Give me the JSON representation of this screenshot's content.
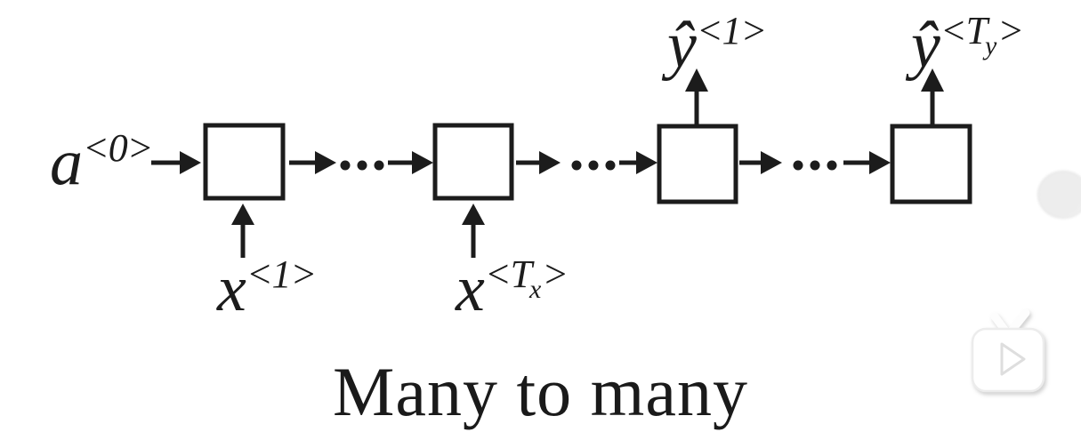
{
  "page": {
    "background_color": "#ffffff",
    "ink_color": "#1c1c1c"
  },
  "diagram": {
    "caption": "Many to many",
    "cells": {
      "count": 4,
      "shape": "square",
      "fill": "#ffffff",
      "stroke": "#1c1c1c"
    },
    "initial_activation": {
      "base": "a",
      "sup": "<0>"
    },
    "inputs": [
      {
        "base": "x",
        "sup": "<1>"
      },
      {
        "base": "x",
        "sup_open": "<",
        "sup_main": "T",
        "sup_sub": "x",
        "sup_close": ">"
      }
    ],
    "outputs": [
      {
        "base": "ŷ",
        "sup": "<1>"
      },
      {
        "base": "ŷ",
        "sup_open": "<",
        "sup_main": "T",
        "sup_sub": "y",
        "sup_close": ">"
      }
    ]
  },
  "overlay": {
    "tv_play_icon": "tv-play-icon",
    "partial_circle_button": "partial-circle-button",
    "icon_color": "#ffffff",
    "icon_edge_color": "#e2e2e2"
  }
}
